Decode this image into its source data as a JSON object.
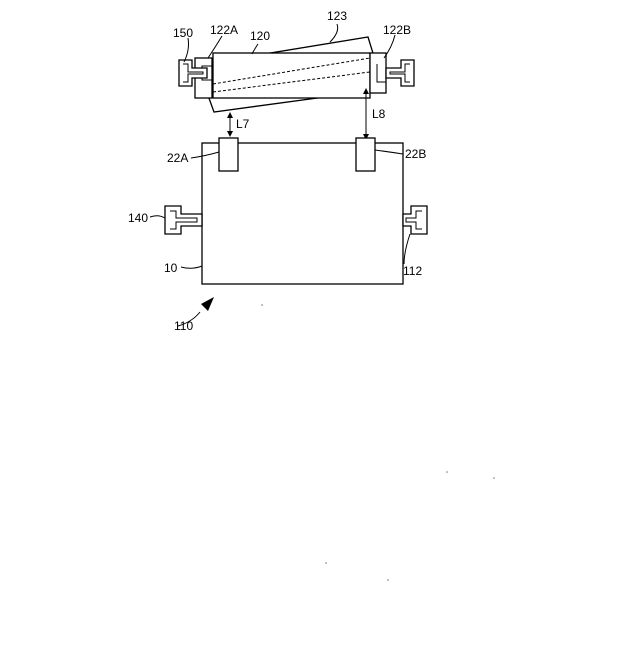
{
  "labels": {
    "l150": "150",
    "l122a": "122A",
    "l120": "120",
    "l123": "123",
    "l122b": "122B",
    "l7": "L7",
    "l8": "L8",
    "l22a": "22A",
    "l22b": "22B",
    "l140": "140",
    "l10": "10",
    "l112": "112",
    "l110": "110"
  }
}
